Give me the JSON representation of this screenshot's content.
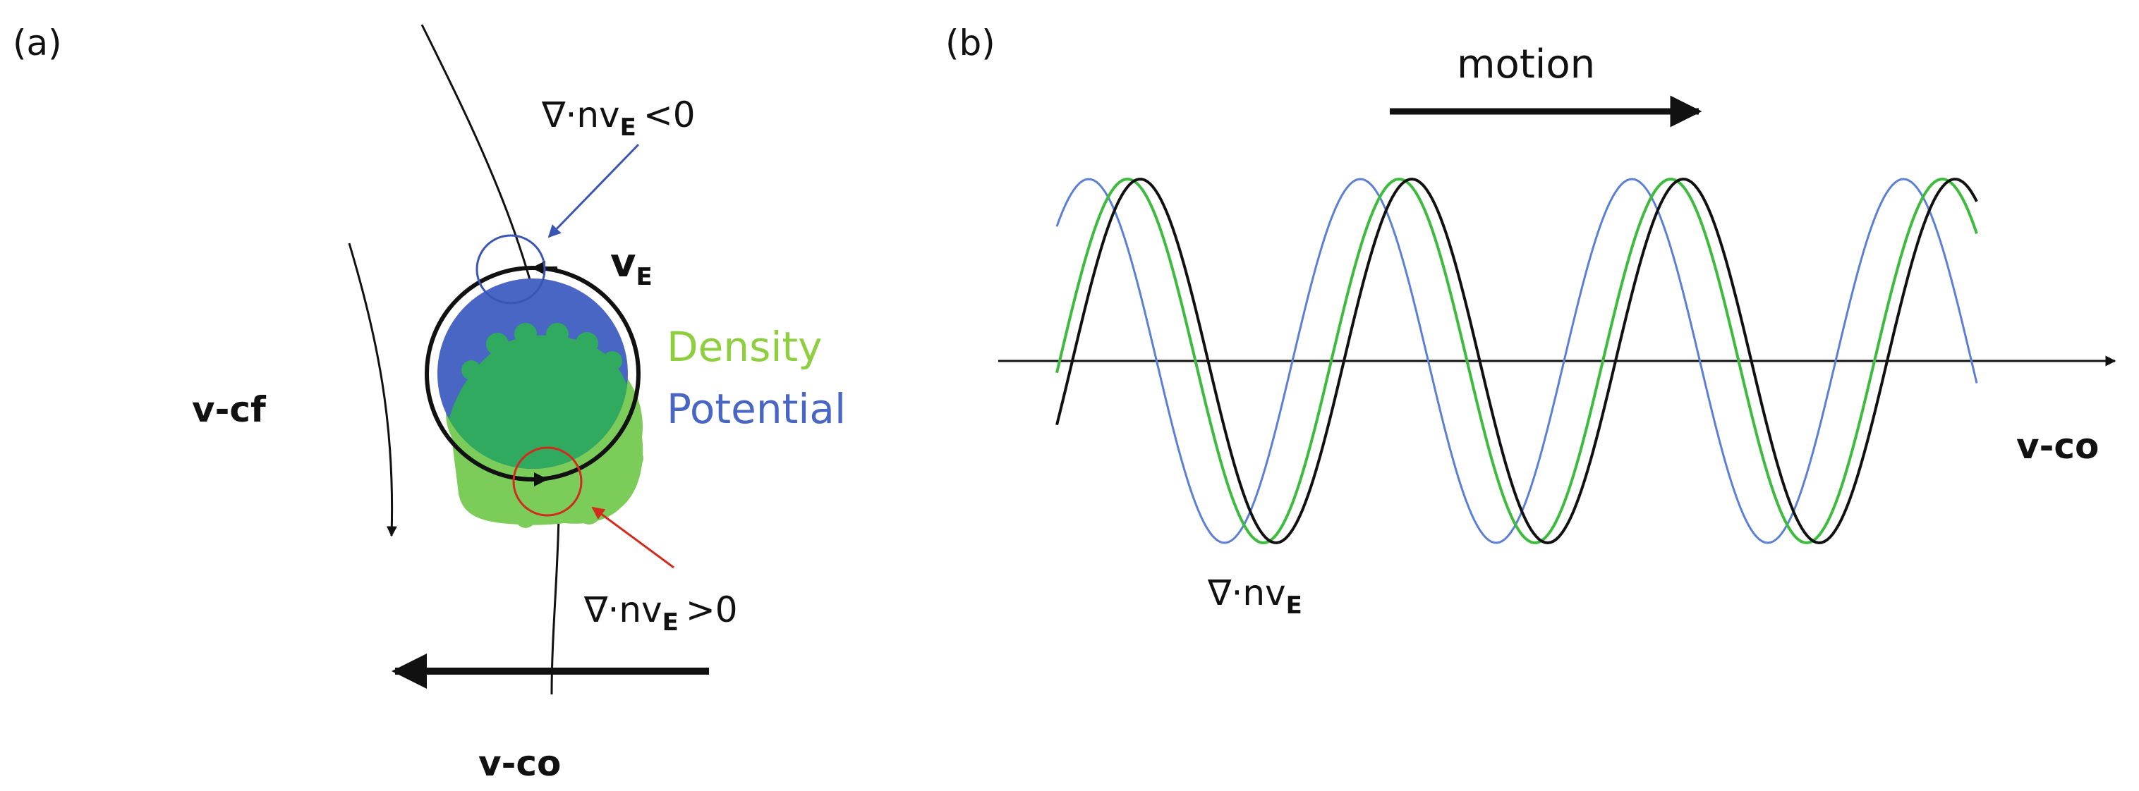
{
  "panel_a": {
    "tag": "(a)",
    "label_v_cf": "v-cf",
    "label_v_co": "v-co",
    "label_vE": "v",
    "label_vE_sub": "E",
    "div_neg": {
      "prefix": "∇·nv",
      "sub": "E",
      "suffix": "<0"
    },
    "div_pos": {
      "prefix": "∇·nv",
      "sub": "E",
      "suffix": ">0"
    },
    "legend": {
      "density": "Density",
      "potential": "Potential",
      "density_color": "#4fb84f",
      "potential_color": "#4a66c4"
    },
    "circle_negative_color": "#3a55b4",
    "circle_positive_color": "#d32a1e"
  },
  "panel_b": {
    "tag": "(b)",
    "motion_label": "motion",
    "axis_label": "v-co",
    "wave_label": {
      "prefix": "∇·nv",
      "sub": "E"
    },
    "wave_colors": {
      "potential": "#5b7fd6",
      "density": "#3dbb3d",
      "flux_divergence": "#111111"
    }
  }
}
